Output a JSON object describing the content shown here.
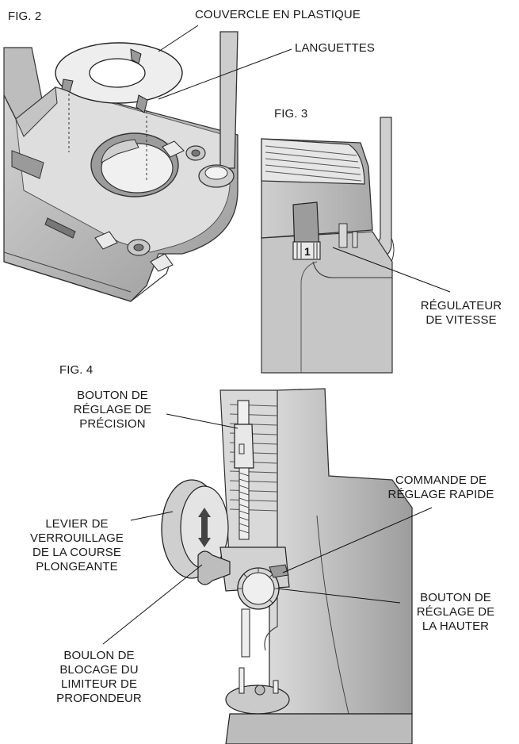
{
  "fig2": {
    "caption": "FIG. 2",
    "labels": {
      "couvercle": "COUVERCLE EN PLASTIQUE",
      "languettes": "LANGUETTES"
    }
  },
  "fig3": {
    "caption": "FIG. 3",
    "dial_number": "1",
    "labels": {
      "regulateur_line1": "RÉGULATEUR",
      "regulateur_line2": "DE VITESSE"
    }
  },
  "fig4": {
    "caption": "FIG. 4",
    "labels": {
      "bouton_precision_1": "BOUTON DE",
      "bouton_precision_2": "RÉGLAGE DE",
      "bouton_precision_3": "PRÉCISION",
      "commande_rapide_1": "COMMANDE DE",
      "commande_rapide_2": "RÉGLAGE RAPIDE",
      "levier_1": "LEVIER DE",
      "levier_2": "VERROUILLAGE",
      "levier_3": "DE LA COURSE",
      "levier_4": "PLONGEANTE",
      "bouton_hauteur_1": "BOUTON DE",
      "bouton_hauteur_2": "RÉGLAGE DE",
      "bouton_hauteur_3": "LA HAUTER",
      "boulon_1": "BOULON DE",
      "boulon_2": "BLOCAGE DU",
      "boulon_3": "LIMITEUR DE",
      "boulon_4": "PROFONDEUR"
    }
  }
}
